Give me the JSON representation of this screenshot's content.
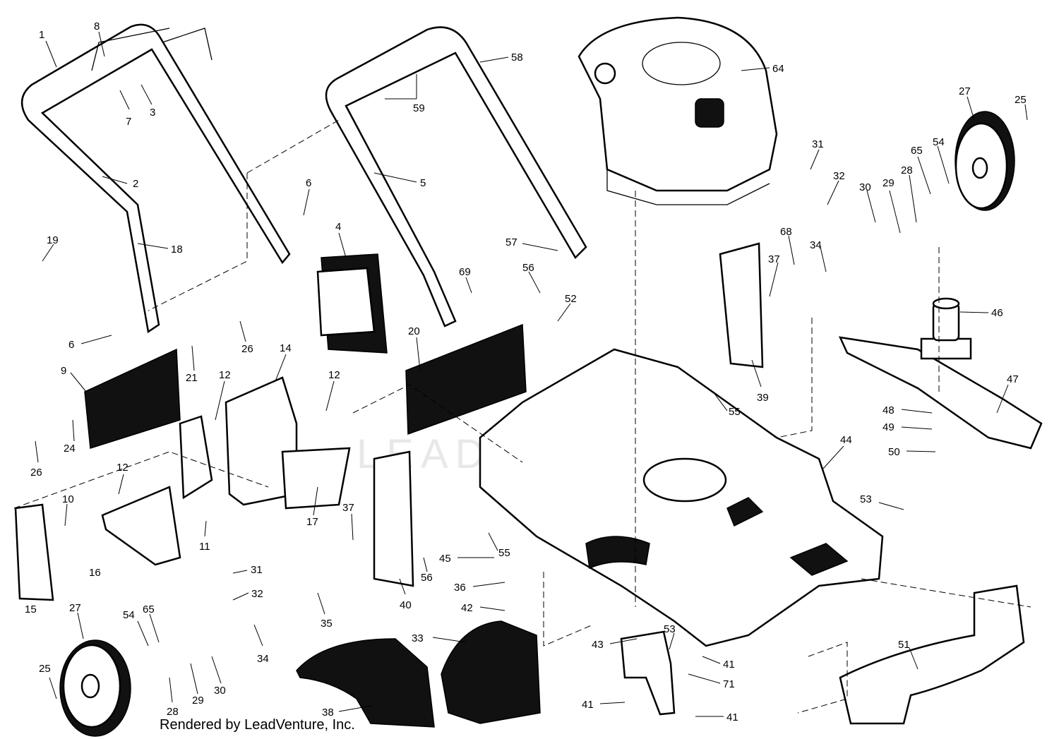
{
  "diagram": {
    "credit": "Rendered by LeadVenture, Inc.",
    "watermark": "LEADVENTURE",
    "labels": [
      "1",
      "2",
      "3",
      "4",
      "5",
      "6",
      "6",
      "7",
      "8",
      "9",
      "10",
      "11",
      "12",
      "12",
      "12",
      "14",
      "15",
      "16",
      "17",
      "18",
      "19",
      "20",
      "21",
      "24",
      "25",
      "25",
      "26",
      "26",
      "27",
      "27",
      "28",
      "28",
      "29",
      "29",
      "30",
      "30",
      "31",
      "31",
      "32",
      "32",
      "33",
      "34",
      "34",
      "35",
      "36",
      "37",
      "37",
      "38",
      "39",
      "40",
      "41",
      "41",
      "41",
      "42",
      "43",
      "44",
      "45",
      "46",
      "47",
      "48",
      "49",
      "50",
      "51",
      "52",
      "53",
      "53",
      "54",
      "54",
      "55",
      "55",
      "56",
      "56",
      "57",
      "58",
      "59",
      "64",
      "65",
      "65",
      "68",
      "69",
      "71"
    ]
  }
}
